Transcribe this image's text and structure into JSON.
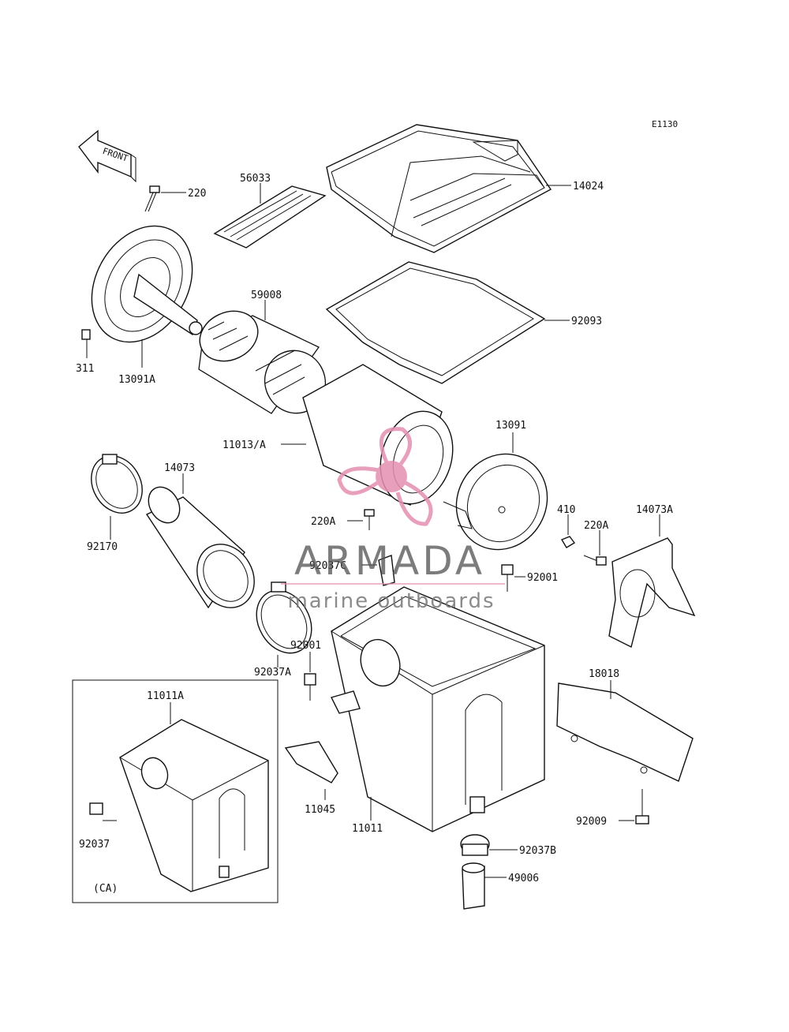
{
  "diagram": {
    "code": "E1130",
    "front_label": "FRONT",
    "callouts": {
      "p14024": "14024",
      "p56033": "56033",
      "p220": "220",
      "p59008": "59008",
      "p92093": "92093",
      "p311": "311",
      "p13091A": "13091A",
      "p11013A": "11013/A",
      "p13091": "13091",
      "p14073": "14073",
      "p92170": "92170",
      "p220A_left": "220A",
      "p410": "410",
      "p220A_right": "220A",
      "p14073A": "14073A",
      "p92037C": "92037C",
      "p92001_right": "92001",
      "p92001_left": "92001",
      "p92037A": "92037A",
      "p18018": "18018",
      "p11011A": "11011A",
      "p11045": "11045",
      "p11011": "11011",
      "p92009": "92009",
      "p92037": "92037",
      "p92037B": "92037B",
      "p49006": "49006",
      "ca_label": "(CA)"
    }
  },
  "watermark": {
    "brand": "ARMADA",
    "tagline": "marine outboards",
    "color": "#e58fb0"
  }
}
